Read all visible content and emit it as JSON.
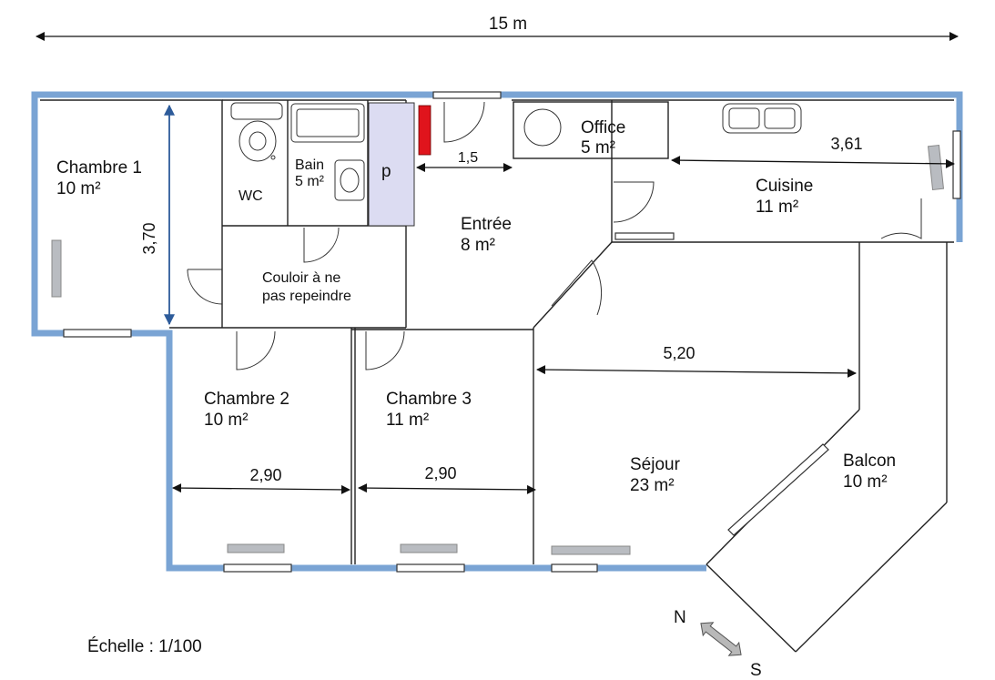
{
  "dimensions": {
    "total_width": "15 m",
    "chambre1_height": "3,70",
    "entree_width": "1,5",
    "cuisine_width": "3,61",
    "sejour_width": "5,20",
    "chambre2_width": "2,90",
    "chambre3_width": "2,90"
  },
  "rooms": {
    "chambre1": {
      "name": "Chambre 1",
      "area": "10 m²"
    },
    "wc": {
      "name": "WC"
    },
    "bain": {
      "name": "Bain",
      "area": "5 m²"
    },
    "placard": {
      "name": "p"
    },
    "office": {
      "name": "Office",
      "area": "5 m²"
    },
    "cuisine": {
      "name": "Cuisine",
      "area": "11 m²"
    },
    "entree": {
      "name": "Entrée",
      "area": "8 m²"
    },
    "couloir": {
      "line1": "Couloir à ne",
      "line2": "pas repeindre"
    },
    "chambre2": {
      "name": "Chambre 2",
      "area": "10 m²"
    },
    "chambre3": {
      "name": "Chambre 3",
      "area": "11 m²"
    },
    "sejour": {
      "name": "Séjour",
      "area": "23 m²"
    },
    "balcon": {
      "name": "Balcon",
      "area": "10 m²"
    }
  },
  "scale": "Échelle : 1/100",
  "compass": {
    "north": "N",
    "south": "S"
  },
  "colors": {
    "exterior_wall": "#7aa4d4",
    "closet_fill": "#dcdcf2",
    "heater": "#e0141c",
    "compass_arrow": "#b8b8b8"
  }
}
